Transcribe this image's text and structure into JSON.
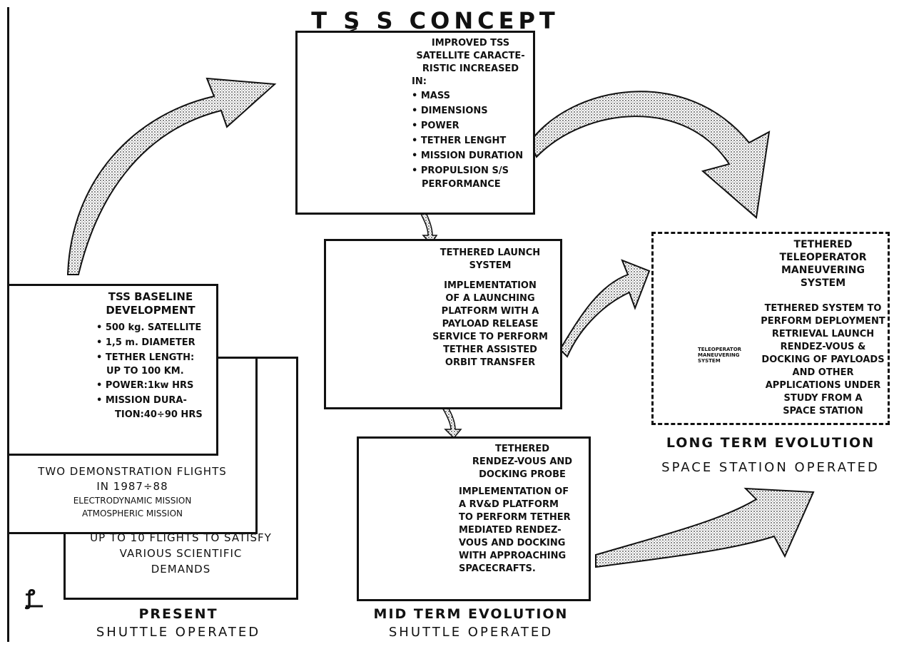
{
  "title": "T S S   CONCEPT   EVOLUTION",
  "improved": {
    "heading": [
      "IMPROVED TSS",
      "SATELLITE CARACTE-",
      "RISTIC INCREASED",
      "IN:"
    ],
    "items": [
      "MASS",
      "DIMENSIONS",
      "POWER",
      "TETHER LENGHT",
      "MISSION DURATION",
      "PROPULSION S/S"
    ],
    "extra": "PERFORMANCE"
  },
  "launch": {
    "heading": [
      "TETHERED LAUNCH",
      "SYSTEM"
    ],
    "body": [
      "IMPLEMENTATION",
      "OF A LAUNCHING",
      "PLATFORM WITH A",
      "PAYLOAD RELEASE",
      "SERVICE TO PERFORM",
      "TETHER ASSISTED",
      "ORBIT TRANSFER"
    ]
  },
  "rendezvous": {
    "heading": [
      "TETHERED",
      "RENDEZ-VOUS AND",
      "DOCKING PROBE"
    ],
    "body": [
      "IMPLEMENTATION OF",
      "A RV&D PLATFORM",
      "TO PERFORM TETHER",
      "MEDIATED RENDEZ-",
      "VOUS AND DOCKING",
      "WITH APPROACHING",
      "SPACECRAFTS."
    ]
  },
  "teleoperator": {
    "heading": [
      "TETHERED",
      "TELEOPERATOR",
      "MANEUVERING",
      "SYSTEM"
    ],
    "body": [
      "TETHERED SYSTEM TO",
      "PERFORM DEPLOYMENT",
      "RETRIEVAL LAUNCH",
      "RENDEZ-VOUS &",
      "DOCKING OF PAYLOADS",
      "AND OTHER",
      "APPLICATIONS UNDER",
      "STUDY FROM A",
      "SPACE STATION"
    ],
    "small_label": [
      "TELEOPERATOR",
      "MANEUVERING",
      "SYSTEM"
    ]
  },
  "baseline": {
    "heading": [
      "TSS BASELINE",
      "DEVELOPMENT"
    ],
    "items": [
      "500 kg. SATELLITE",
      "1,5 m. DIAMETER",
      "TETHER LENGTH:",
      "POWER:1kw HRS",
      "MISSION DURA-"
    ],
    "tether_cont": "UP TO 100 km.",
    "duration_cont": "TION:40÷90 HRS"
  },
  "demo": {
    "line1": "TWO DEMONSTRATION FLIGHTS",
    "line2": "IN 1987÷88",
    "line3": "ELECTRODYNAMIC MISSION",
    "line4": "ATMOSPHERIC MISSION"
  },
  "flights": {
    "line1": "UP TO 10 FLIGHTS TO SATISFY",
    "line2": "VARIOUS SCIENTIFIC",
    "line3": "DEMANDS"
  },
  "captions": {
    "present": "PRESENT",
    "present_sub": "SHUTTLE OPERATED",
    "mid": "MID TERM EVOLUTION",
    "mid_sub": "SHUTTLE OPERATED",
    "long": "LONG TERM EVOLUTION",
    "long_sub": "SPACE STATION OPERATED"
  },
  "logo_mark": "ꝭ"
}
